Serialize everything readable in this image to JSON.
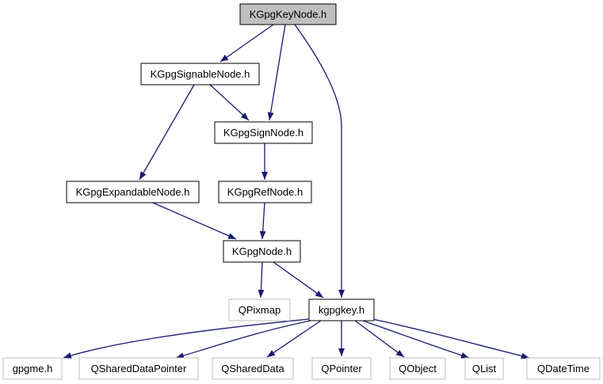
{
  "diagram": {
    "type": "include-dependency-graph",
    "colors": {
      "edge": "#191970",
      "root_fill": "#bfbfbf",
      "node_border": "#000000",
      "external_border": "#bfbfbf"
    },
    "nodes": [
      {
        "id": "root",
        "label": "KGpgKeyNode.h",
        "kind": "root"
      },
      {
        "id": "signable",
        "label": "KGpgSignableNode.h",
        "kind": "internal"
      },
      {
        "id": "sign",
        "label": "KGpgSignNode.h",
        "kind": "internal"
      },
      {
        "id": "expandable",
        "label": "KGpgExpandableNode.h",
        "kind": "internal"
      },
      {
        "id": "ref",
        "label": "KGpgRefNode.h",
        "kind": "internal"
      },
      {
        "id": "node",
        "label": "KGpgNode.h",
        "kind": "internal"
      },
      {
        "id": "qpixmap",
        "label": "QPixmap",
        "kind": "external"
      },
      {
        "id": "kgpgkey",
        "label": "kgpgkey.h",
        "kind": "internal"
      },
      {
        "id": "gpgme",
        "label": "gpgme.h",
        "kind": "external"
      },
      {
        "id": "qshareddatapointer",
        "label": "QSharedDataPointer",
        "kind": "external"
      },
      {
        "id": "qshareddata",
        "label": "QSharedData",
        "kind": "external"
      },
      {
        "id": "qpointer",
        "label": "QPointer",
        "kind": "external"
      },
      {
        "id": "qobject",
        "label": "QObject",
        "kind": "external"
      },
      {
        "id": "qlist",
        "label": "QList",
        "kind": "external"
      },
      {
        "id": "qdatetime",
        "label": "QDateTime",
        "kind": "external"
      }
    ],
    "edges": [
      {
        "from": "root",
        "to": "signable"
      },
      {
        "from": "root",
        "to": "sign"
      },
      {
        "from": "root",
        "to": "kgpgkey"
      },
      {
        "from": "signable",
        "to": "expandable"
      },
      {
        "from": "signable",
        "to": "sign"
      },
      {
        "from": "sign",
        "to": "ref"
      },
      {
        "from": "expandable",
        "to": "node"
      },
      {
        "from": "ref",
        "to": "node"
      },
      {
        "from": "node",
        "to": "qpixmap"
      },
      {
        "from": "node",
        "to": "kgpgkey"
      },
      {
        "from": "kgpgkey",
        "to": "gpgme"
      },
      {
        "from": "kgpgkey",
        "to": "qshareddatapointer"
      },
      {
        "from": "kgpgkey",
        "to": "qshareddata"
      },
      {
        "from": "kgpgkey",
        "to": "qpointer"
      },
      {
        "from": "kgpgkey",
        "to": "qobject"
      },
      {
        "from": "kgpgkey",
        "to": "qlist"
      },
      {
        "from": "kgpgkey",
        "to": "qdatetime"
      }
    ]
  }
}
